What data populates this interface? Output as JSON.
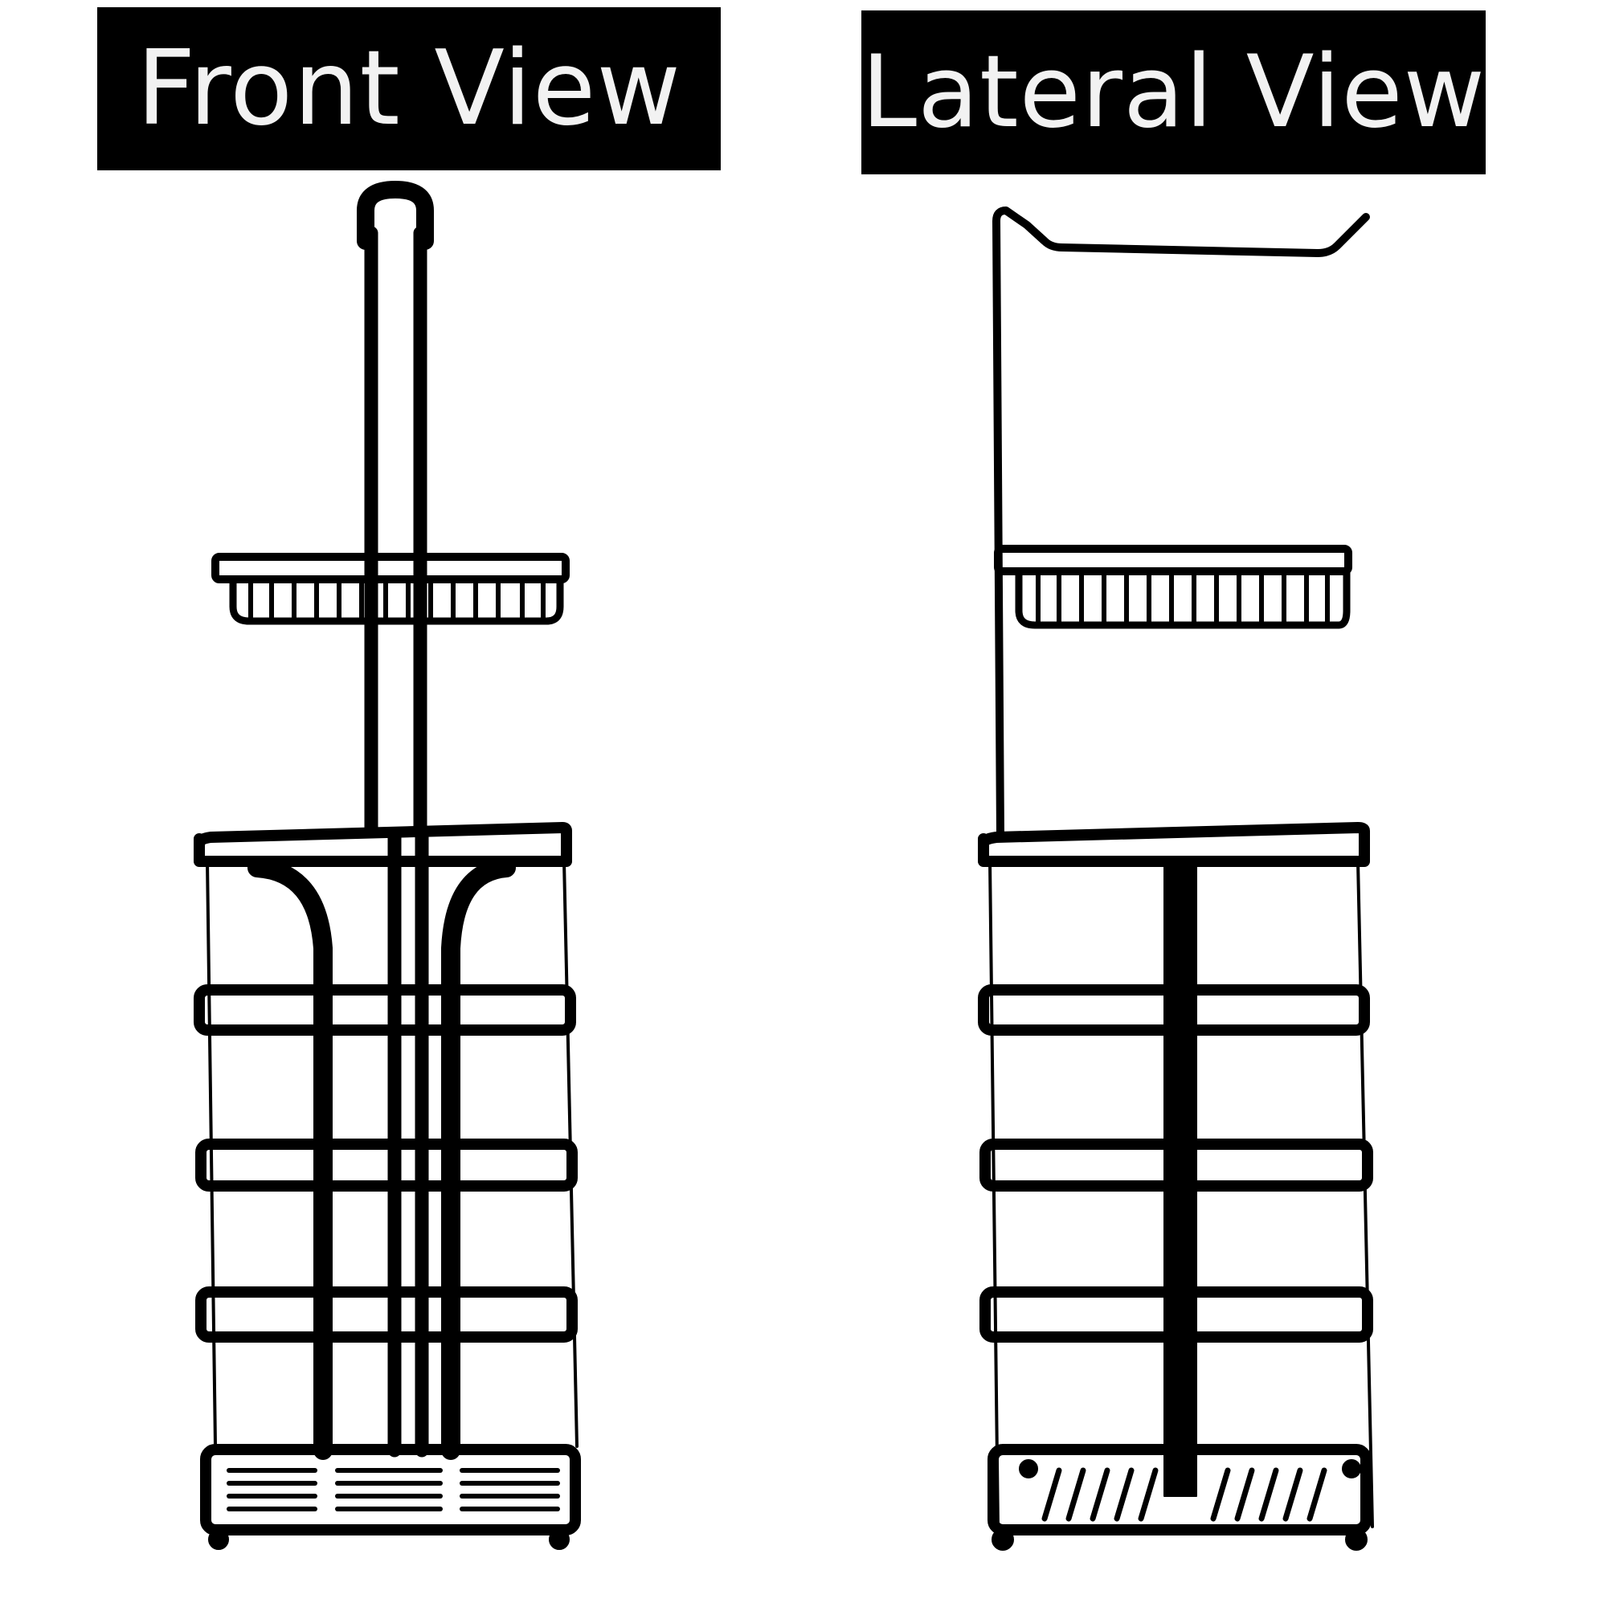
{
  "labels": {
    "front": "Front View",
    "lateral": "Lateral View"
  },
  "colors": {
    "background": "#ffffff",
    "label_background": "#000000",
    "label_text": "#f2f2f2",
    "product": "#000000"
  },
  "product": {
    "name_icon": "toilet-paper-stand-icon",
    "shelf_levels": 4
  }
}
